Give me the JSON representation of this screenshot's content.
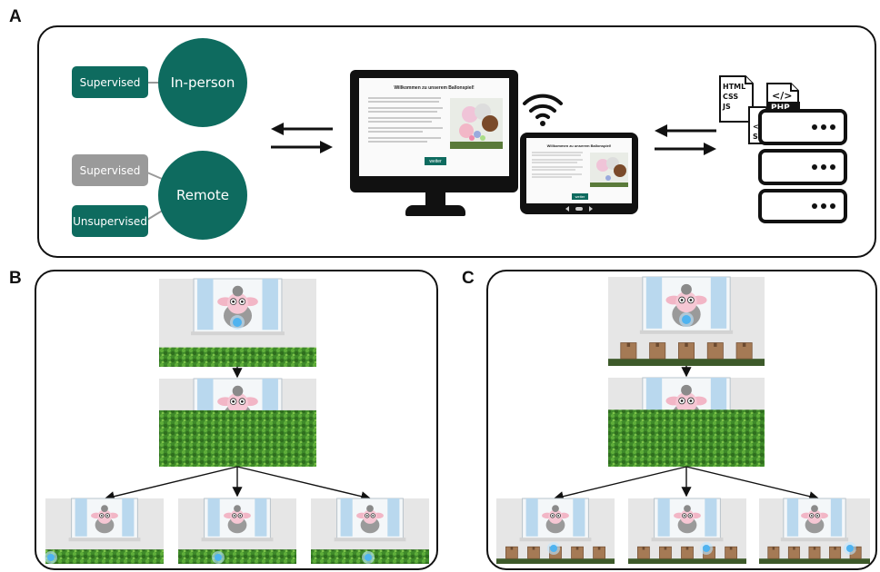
{
  "panels": {
    "a": "A",
    "b": "B",
    "c": "C"
  },
  "modes": {
    "in_person": "In-person",
    "remote": "Remote",
    "supervised": "Supervised",
    "supervised_remote": "Supervised",
    "unsupervised": "Unsupervised"
  },
  "screens": {
    "desktop_title": "Willkommen zu unserem Ballonspiel!",
    "desktop_button": "weiter",
    "tablet_title": "Willkommen zu unserem Ballonspiel!",
    "tablet_button": "weiter"
  },
  "server_files": [
    "HTML",
    "CSS",
    "JS",
    "PHP",
    "SVG"
  ],
  "colors": {
    "teal": "#0e6b5f",
    "gray": "#9a9a9a",
    "hedge": "#3f8a2a",
    "box": "#a57a55"
  }
}
